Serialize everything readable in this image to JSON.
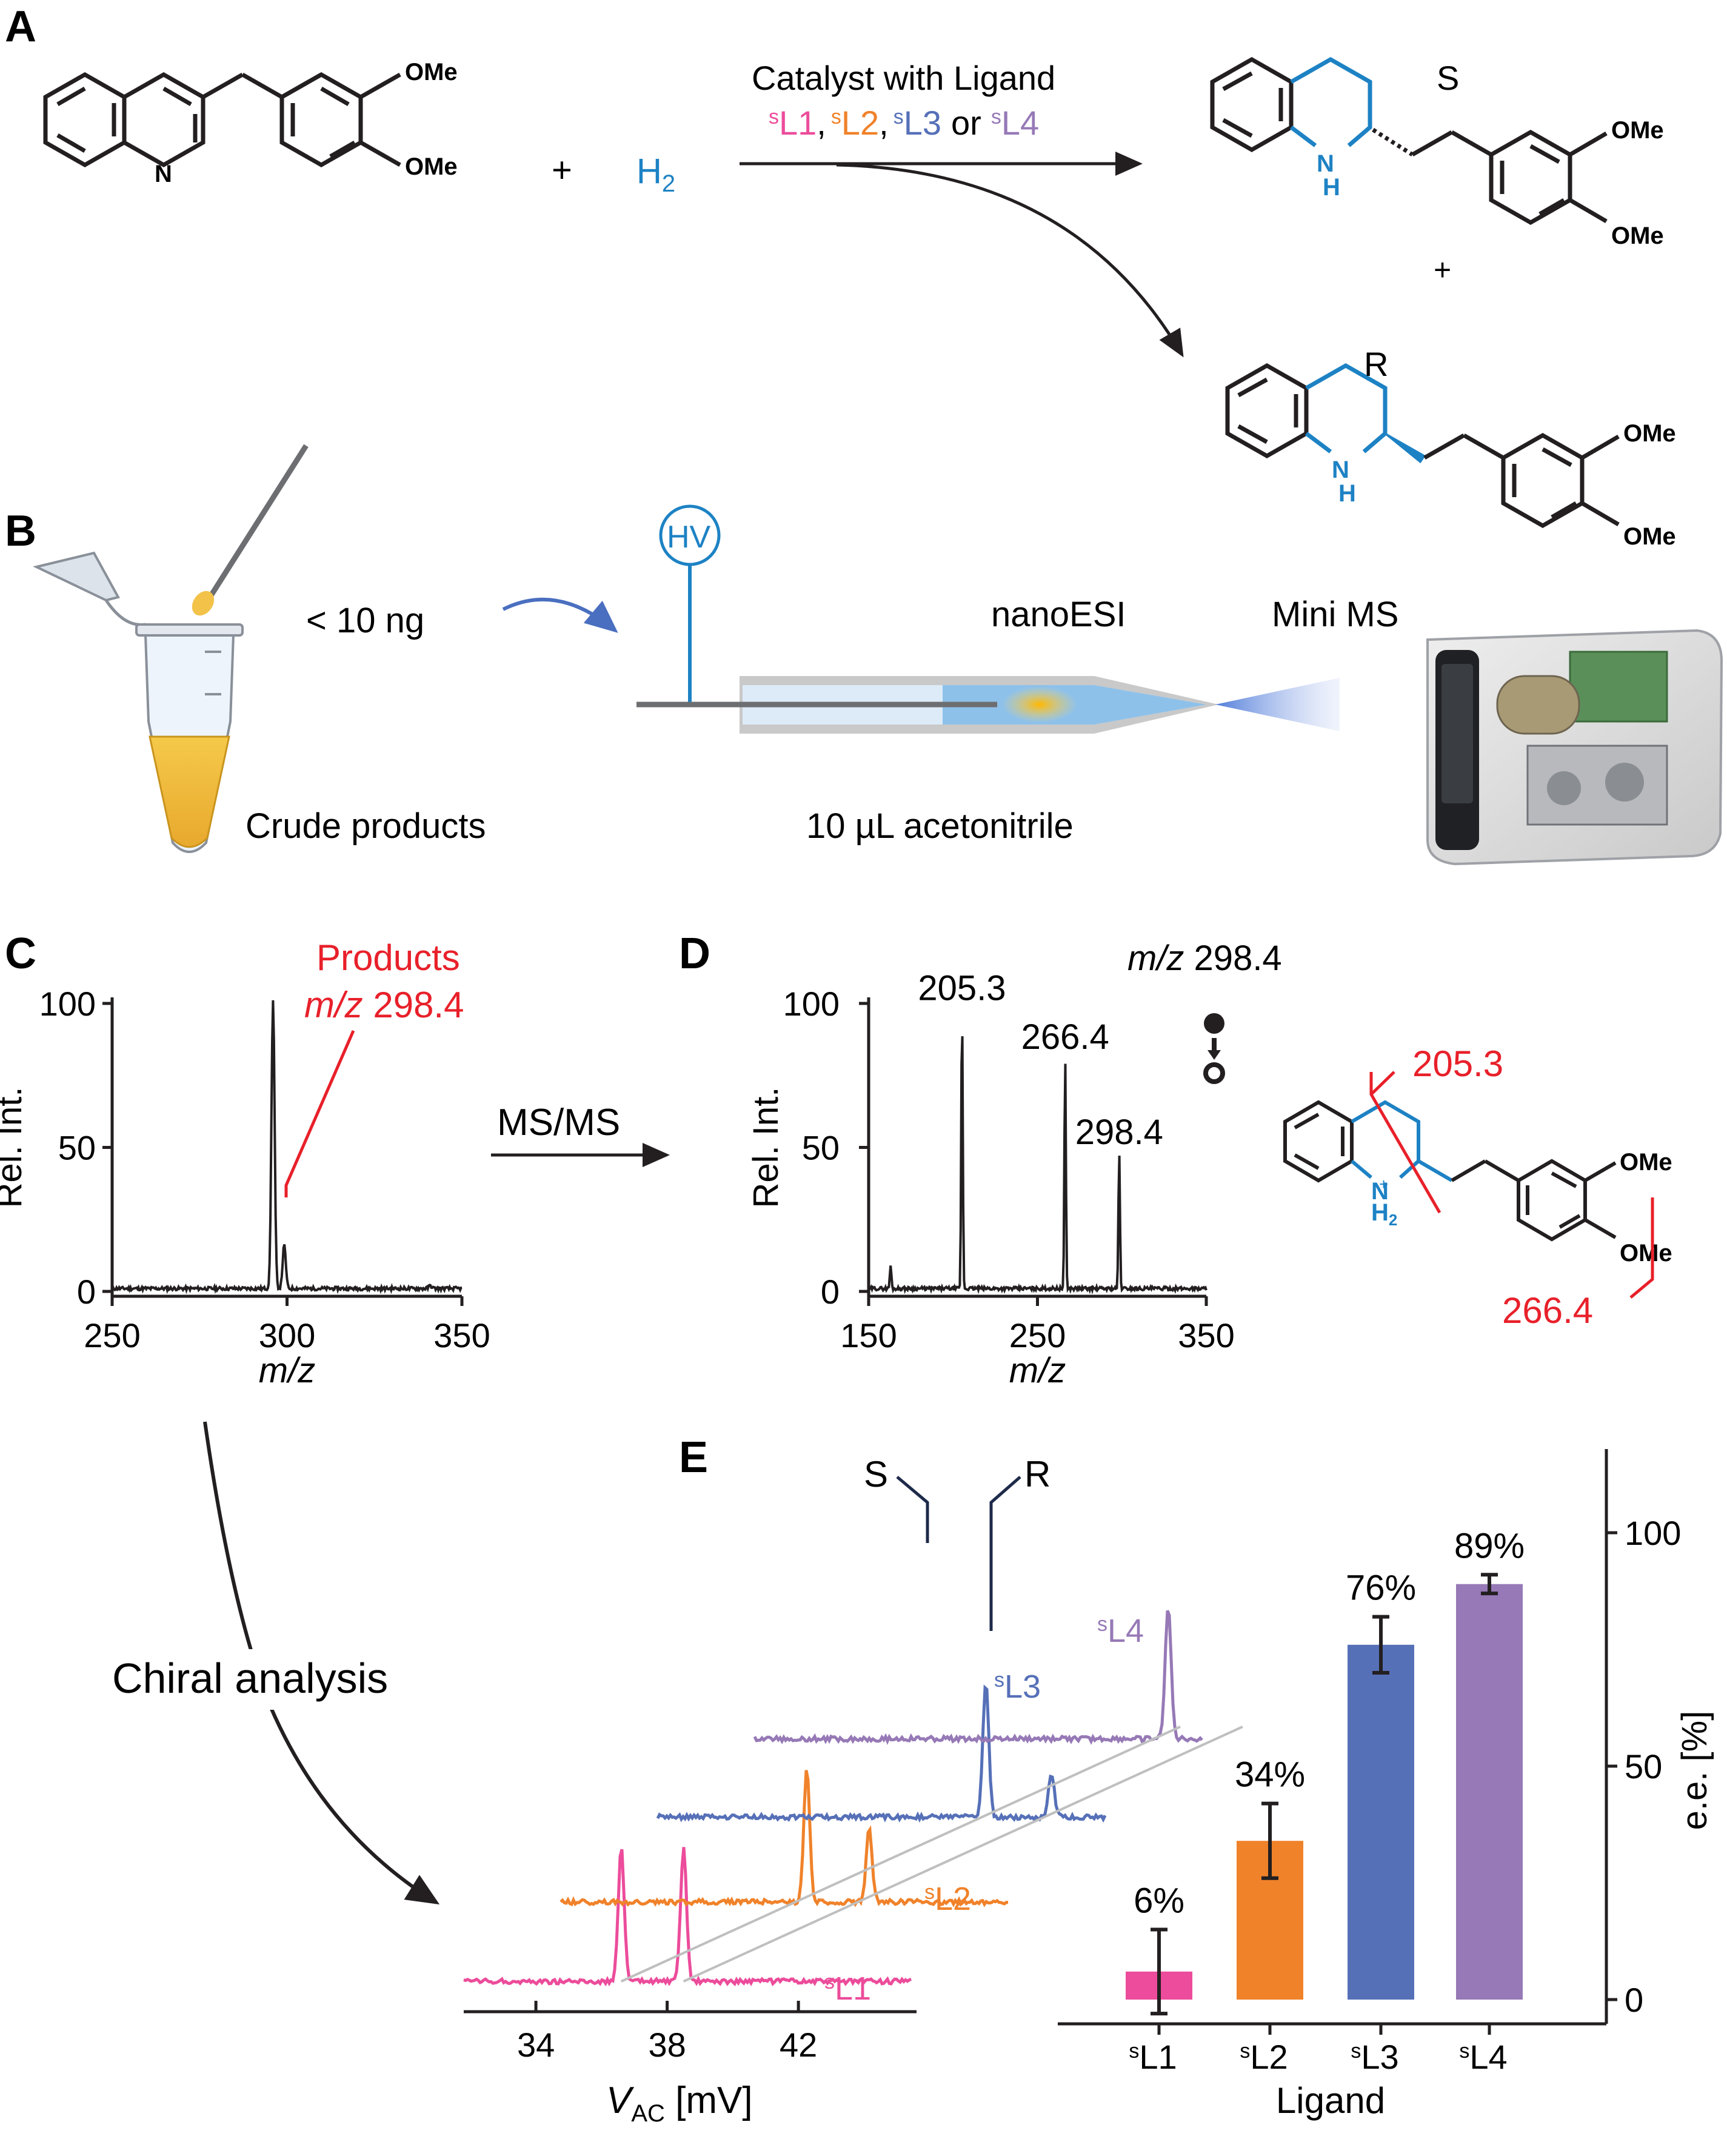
{
  "colors": {
    "black": "#231f20",
    "blue": "#1d82c4",
    "red": "#e8202a",
    "L1": "#ec4c9b",
    "L2": "#f0822a",
    "L3": "#5670b8",
    "L4": "#9679b6",
    "slant": "#bfbfbf"
  },
  "panel_A": {
    "letter": "A",
    "catalyst_line": "Catalyst with Ligand",
    "ligands": {
      "l1": "L1",
      "l2": "L2",
      "l3": "L3",
      "l4": "L4",
      "sep1": ",",
      "sep2": ",",
      "or": "or",
      "sup": "s"
    },
    "plus": "+",
    "h2": "H",
    "h2_sub": "2",
    "s_label": "S",
    "r_label": "R",
    "plus2": "+",
    "ome": "OMe",
    "n": "N",
    "nh": "N",
    "h": "H"
  },
  "panel_B": {
    "letter": "B",
    "amount": "< 10 ng",
    "crude": "Crude products",
    "hv": "HV",
    "nanoesi": "nanoESI",
    "minims": "Mini MS",
    "solvent": "10 µL acetonitrile"
  },
  "panel_C": {
    "letter": "C",
    "annotation_line1": "Products",
    "annotation_line2_italic": "m/z",
    "annotation_line2": " 298.4",
    "arrow_label": "MS/MS"
  },
  "panel_D": {
    "letter": "D",
    "title_italic": "m/z",
    "title": " 298.4",
    "frag1": "205.3",
    "frag2": "266.4"
  },
  "panel_E": {
    "letter": "E",
    "chiral": "Chiral analysis",
    "s": "S",
    "r": "R"
  },
  "chart_data": [
    {
      "id": "C",
      "type": "line",
      "xlabel": "m/z",
      "ylabel": "Rel. Int.",
      "xlim": [
        250,
        350
      ],
      "ylim": [
        0,
        100
      ],
      "xticks": [
        250,
        300,
        350
      ],
      "yticks": [
        0,
        50,
        100
      ],
      "series": [
        {
          "peaks": [
            [
              296,
              100
            ],
            [
              299.2,
              15
            ],
            [
              341,
              1
            ]
          ]
        }
      ]
    },
    {
      "id": "D",
      "type": "line",
      "xlabel": "m/z",
      "ylabel": "Rel. Int.",
      "xlim": [
        150,
        350
      ],
      "ylim": [
        0,
        100
      ],
      "xticks": [
        150,
        250,
        350
      ],
      "yticks": [
        0,
        50,
        100
      ],
      "series": [
        {
          "peaks": [
            [
              163,
              8
            ],
            [
              205.3,
              97
            ],
            [
              266.4,
              80
            ],
            [
              298.4,
              47
            ]
          ]
        }
      ],
      "peak_labels": [
        "205.3",
        "266.4",
        "298.4"
      ]
    },
    {
      "id": "E-left",
      "type": "line",
      "xlabel": "V",
      "xlabel_sub": "AC",
      "xlabel_unit": " [mV]",
      "xlim": [
        31.8,
        45.6
      ],
      "xticks": [
        34,
        38,
        42
      ],
      "series": [
        {
          "name": "L1",
          "sup": "s",
          "peaks": [
            [
              36.6,
              1.0
            ],
            [
              38.5,
              1.0
            ]
          ]
        },
        {
          "name": "L2",
          "sup": "s",
          "peaks": [
            [
              39.3,
              1.0
            ],
            [
              41.2,
              0.54
            ]
          ]
        },
        {
          "name": "L3",
          "sup": "s",
          "peaks": [
            [
              41.8,
              1.0
            ],
            [
              43.8,
              0.32
            ]
          ]
        },
        {
          "name": "L4",
          "sup": "s",
          "peaks": [
            [
              44.4,
              1.0
            ],
            [
              46.3,
              0.06
            ]
          ]
        }
      ]
    },
    {
      "id": "E-right",
      "type": "bar",
      "categories": [
        "L1",
        "L2",
        "L3",
        "L4"
      ],
      "category_sup": "s",
      "values": [
        6,
        34,
        76,
        89
      ],
      "errors": [
        9,
        8,
        6,
        2
      ],
      "value_labels": [
        "6%",
        "34%",
        "76%",
        "89%"
      ],
      "xlabel": "Ligand",
      "ylabel": "e.e. [%]",
      "ylim": [
        0,
        100
      ],
      "yticks": [
        0,
        50,
        100
      ]
    }
  ]
}
